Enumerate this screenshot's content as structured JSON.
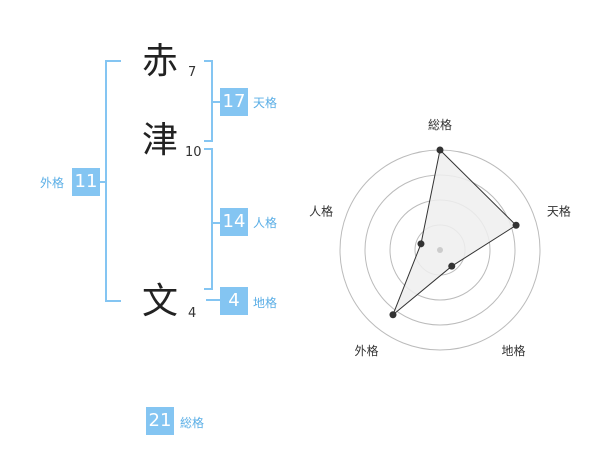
{
  "name": {
    "chars": [
      {
        "char": "赤",
        "strokes": "7"
      },
      {
        "char": "津",
        "strokes": "10"
      },
      {
        "char": "文",
        "strokes": "4"
      }
    ]
  },
  "fortunes": {
    "tenkaku": {
      "label": "天格",
      "value": "17"
    },
    "jinkaku": {
      "label": "人格",
      "value": "14"
    },
    "chikaku": {
      "label": "地格",
      "value": "4"
    },
    "gaikaku": {
      "label": "外格",
      "value": "11"
    },
    "soukaku": {
      "label": "総格",
      "value": "21"
    }
  },
  "chart_data": {
    "type": "radar",
    "axes": [
      "総格",
      "天格",
      "地格",
      "外格",
      "人格"
    ],
    "values": [
      5,
      4,
      1,
      4,
      1
    ],
    "max": 5,
    "rings": 4,
    "colors": {
      "fill": "#efefef",
      "line": "#333333",
      "ring": "#bbbbbb",
      "point": "#333333",
      "center": "#cccccc"
    }
  }
}
